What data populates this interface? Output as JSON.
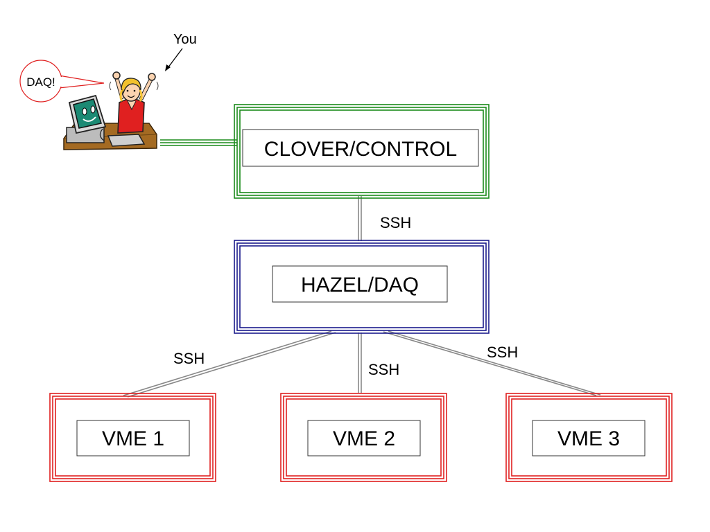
{
  "user": {
    "label": "You",
    "speech": "DAQ!"
  },
  "nodes": {
    "control": {
      "label": "CLOVER/CONTROL",
      "color": "#1a8a1a"
    },
    "daq": {
      "label": "HAZEL/DAQ",
      "color": "#1a1a8c"
    },
    "vme1": {
      "label": "VME 1",
      "color": "#e02020"
    },
    "vme2": {
      "label": "VME 2",
      "color": "#e02020"
    },
    "vme3": {
      "label": "VME 3",
      "color": "#e02020"
    }
  },
  "edges": {
    "control_daq": "SSH",
    "daq_vme1": "SSH",
    "daq_vme2": "SSH",
    "daq_vme3": "SSH"
  },
  "icons": [
    "person-cheering-icon",
    "computer-monitor-icon",
    "keyboard-icon",
    "desk-icon",
    "speech-bubble-icon",
    "arrow-icon"
  ]
}
